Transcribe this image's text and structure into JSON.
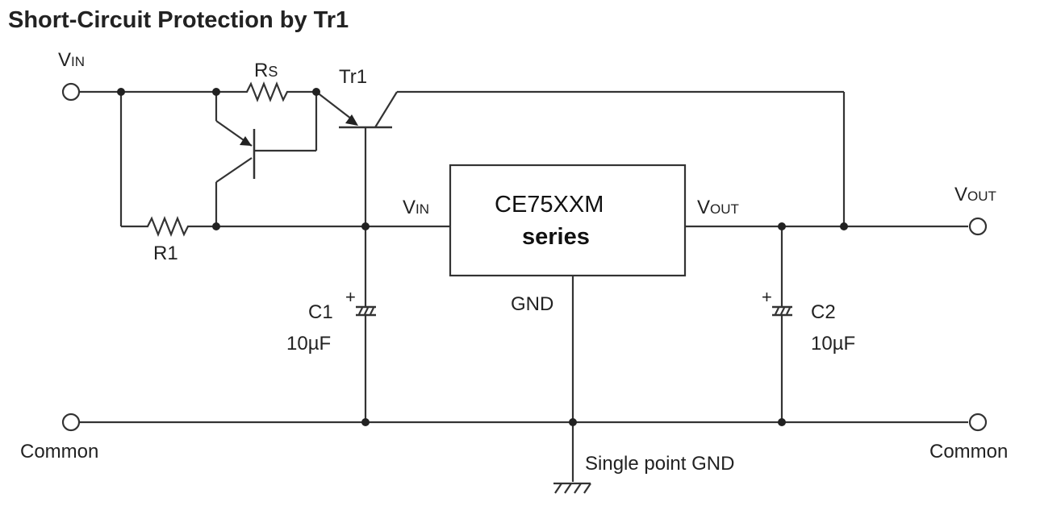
{
  "title": "Short-Circuit Protection by Tr1",
  "labels": {
    "vin_main": "V",
    "vin_main_sub": "IN",
    "rs": "R",
    "rs_sub": "S",
    "tr1": "Tr1",
    "r1": "R1",
    "ic_vin": "V",
    "ic_vin_sub": "IN",
    "ic_vout": "V",
    "ic_vout_sub": "OUT",
    "vout_main": "V",
    "vout_main_sub": "OUT",
    "ic_name": "CE75XXM",
    "ic_series": "series",
    "gnd": "GND",
    "c1": "C1",
    "c1_value": "10µF",
    "c2": "C2",
    "c2_value": "10µF",
    "plus_c1": "+",
    "plus_c2": "+",
    "common_left": "Common",
    "common_right": "Common",
    "single_point_gnd": "Single point GND"
  }
}
